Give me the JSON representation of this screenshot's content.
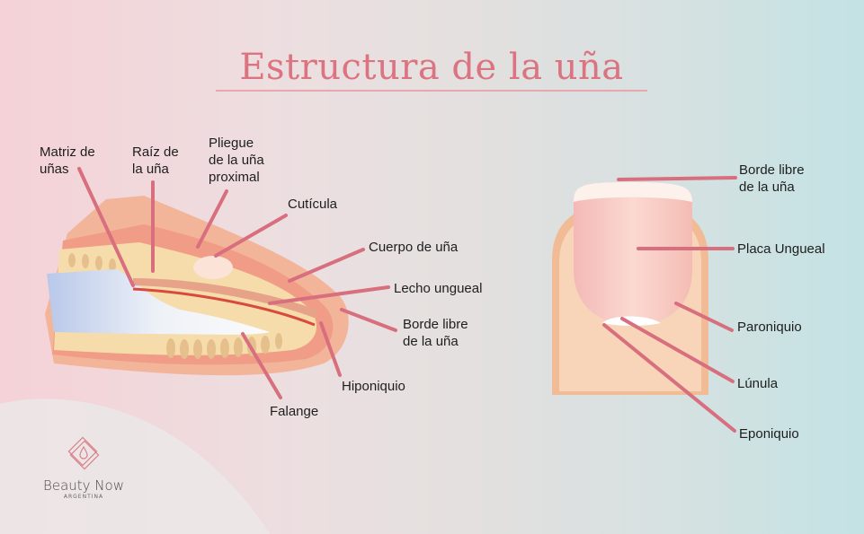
{
  "title": "Estructura de la uña",
  "side_view": {
    "labels": {
      "matriz": [
        "Matriz de",
        "uñas"
      ],
      "raiz": [
        "Raíz de",
        "la uña"
      ],
      "pliegue": [
        "Pliegue",
        "de la uña",
        "proximal"
      ],
      "cuticula": "Cutícula",
      "cuerpo": "Cuerpo de uña",
      "lecho": "Lecho ungueal",
      "borde": [
        "Borde libre",
        "de la uña"
      ],
      "hiponiquio": "Hiponiquio",
      "falange": "Falange"
    }
  },
  "top_view": {
    "labels": {
      "borde": [
        "Borde libre",
        "de la uña"
      ],
      "placa": "Placa Ungueal",
      "paroniquio": "Paroniquio",
      "lunula": "Lúnula",
      "eponiquio": "Eponiquio"
    }
  },
  "logo": {
    "brand": "Beauty Now",
    "subtitle": "ARGENTINA"
  },
  "colors": {
    "accent": "#db7480",
    "line": "#d86f7e",
    "skin": "#f4c3a2",
    "bone_bg": "#f6dcaa"
  }
}
